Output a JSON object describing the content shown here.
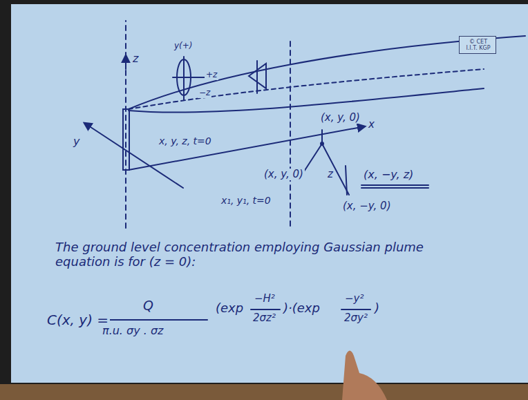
{
  "diagram": {
    "nodes": [
      {
        "text": [
          "© CET I.I.T. KGP"
        ]
      }
    ],
    "labels": [
      "z",
      "y",
      "x",
      "y(+)",
      "+z",
      "−z",
      "x, y, z, t=0",
      "(x, y, 0)",
      "(x, y, 0)",
      "z",
      "(x, −y, z)",
      "(x, −y, 0)",
      "x₁, y₁, t=0",
      "The ground level concentration employing Gaussian plume equation is for (z = 0):",
      "C(x, y) =",
      "Q",
      "π.u. σy . σz",
      "(exp",
      "−H²",
      "2σz²",
      ")·(exp",
      "−y²",
      "2σy²",
      ")"
    ]
  }
}
